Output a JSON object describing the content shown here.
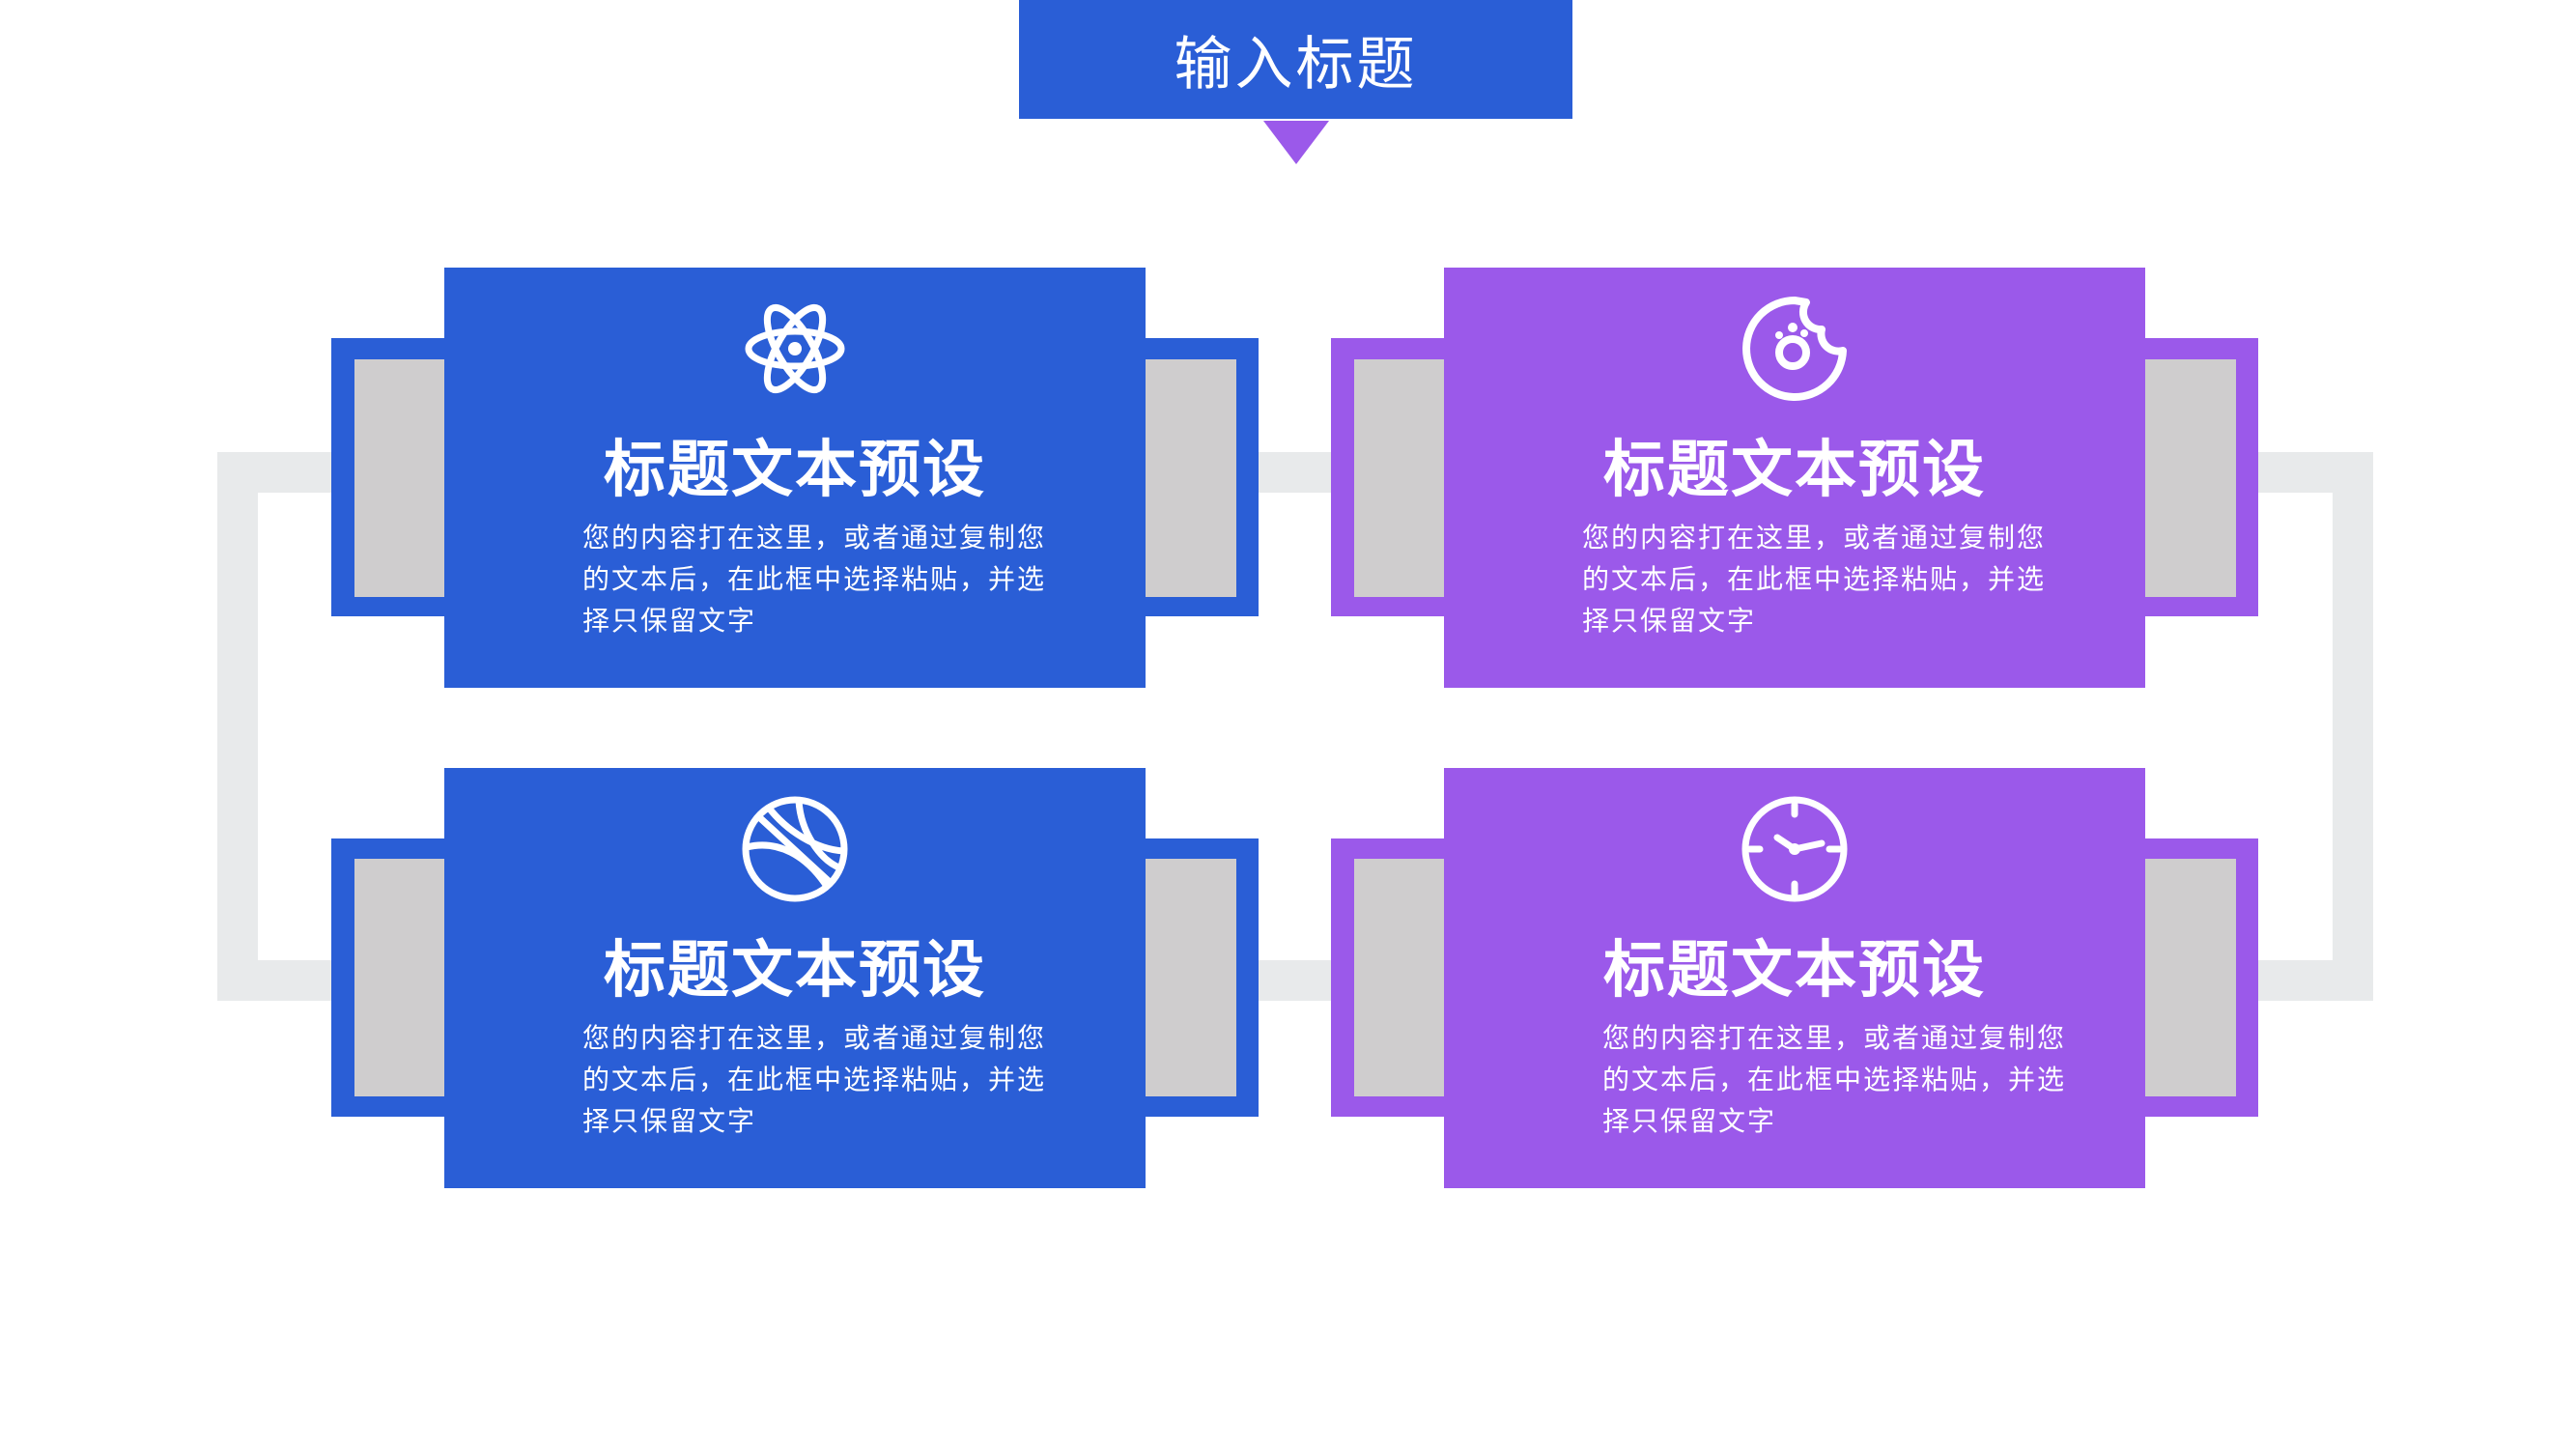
{
  "header": {
    "title": "输入标题"
  },
  "colors": {
    "blue": "#2a5ed6",
    "purple": "#9b59ea",
    "panel_gray": "#cfcdce",
    "connector_gray": "#e8eaeb"
  },
  "cards": [
    {
      "icon": "atom-icon",
      "title": "标题文本预设",
      "lines": [
        "您的内容打在这里，或者通过复制您",
        "的文本后，在此框中选择粘贴，并选",
        "择只保留文字"
      ]
    },
    {
      "icon": "cookie-icon",
      "title": "标题文本预设",
      "lines": [
        "您的内容打在这里，或者通过复制您",
        "的文本后，在此框中选择粘贴，并选",
        "择只保留文字"
      ]
    },
    {
      "icon": "basketball-icon",
      "title": "标题文本预设",
      "lines": [
        "您的内容打在这里，或者通过复制您",
        "的文本后，在此框中选择粘贴，并选",
        "择只保留文字"
      ]
    },
    {
      "icon": "clock-icon",
      "title": "标题文本预设",
      "lines": [
        "您的内容打在这里，或者通过复制您",
        "的文本后，在此框中选择粘贴，并选",
        "择只保留文字"
      ]
    }
  ]
}
